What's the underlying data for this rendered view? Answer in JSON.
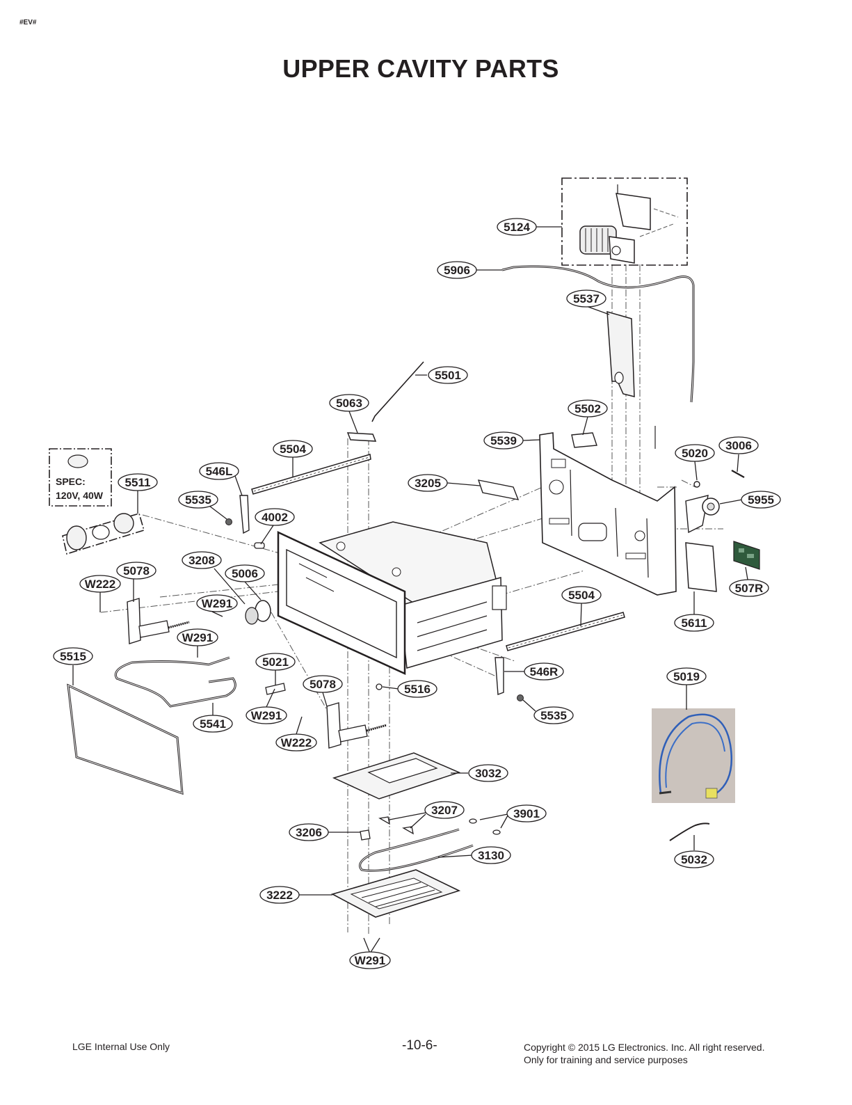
{
  "header": {
    "doc_tag": "#EV#",
    "title": "UPPER CAVITY PARTS"
  },
  "spec_box": {
    "line1": "SPEC:",
    "line2": "120V, 40W"
  },
  "callouts": [
    "5124",
    "5906",
    "5537",
    "5501",
    "5063",
    "5502",
    "5504",
    "5539",
    "546L",
    "3205",
    "5020",
    "3006",
    "5511",
    "5535",
    "4002",
    "5955",
    "3208",
    "5078",
    "5006",
    "W222",
    "W291",
    "507R",
    "5504",
    "5611",
    "W291",
    "5515",
    "5021",
    "546R",
    "5019",
    "5078",
    "5516",
    "5535",
    "W291",
    "5541",
    "W222",
    "3032",
    "3207",
    "3901",
    "3206",
    "3130",
    "5032",
    "3222",
    "W291"
  ],
  "footer": {
    "left": "LGE Internal Use Only",
    "center": "-10-6-",
    "right_line1": "Copyright © 2015 LG Electronics. Inc. All right reserved.",
    "right_line2": "Only for training and service purposes"
  }
}
